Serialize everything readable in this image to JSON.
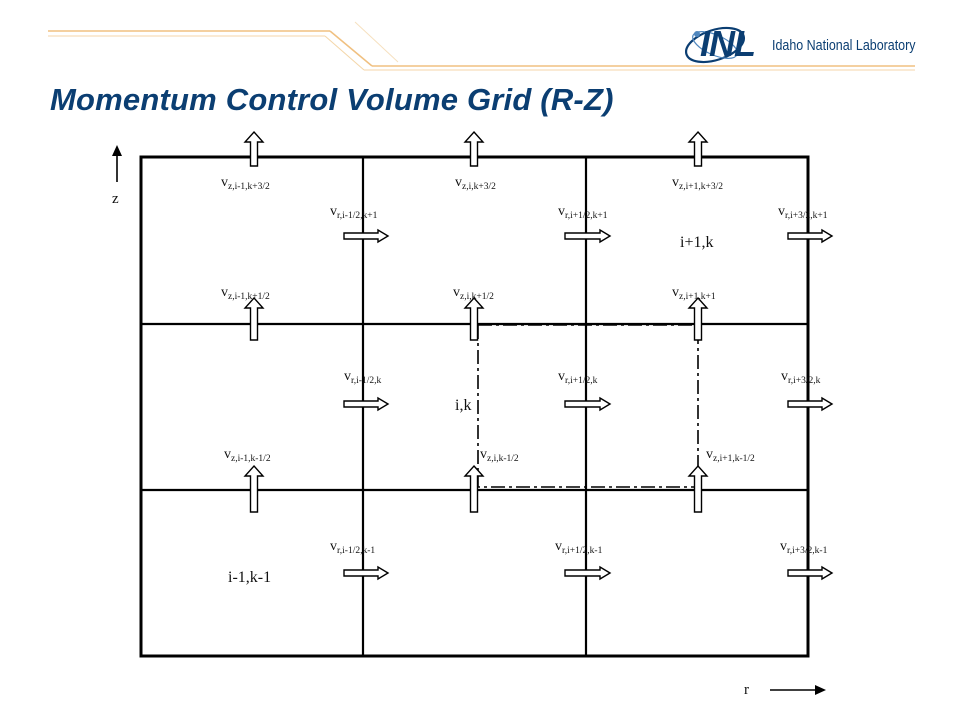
{
  "slide": {
    "title": "Momentum Control Volume Grid (R-Z)",
    "logo": {
      "mark": "INL",
      "text": "Idaho National Laboratory",
      "icon": "inl-atom-swoosh-icon",
      "color": "#0b3e72",
      "accent": "#f0c080"
    }
  },
  "diagram": {
    "axes": {
      "z": "z",
      "r": "r"
    },
    "cells": [
      {
        "id": "cell-i+1-k",
        "text": "i+1,k"
      },
      {
        "id": "cell-i-k",
        "text": "i,k"
      },
      {
        "id": "cell-i-1-k-1",
        "text": "i-1,k-1"
      }
    ],
    "vz": [
      {
        "id": "vz-r0-c0",
        "sub": "z,i-1,k+3/2"
      },
      {
        "id": "vz-r0-c1",
        "sub": "z,i,k+3/2"
      },
      {
        "id": "vz-r0-c2",
        "sub": "z,i+1,k+3/2"
      },
      {
        "id": "vz-r1-c0",
        "sub": "z,i-1,k+1/2"
      },
      {
        "id": "vz-r1-c1",
        "sub": "z,i,k+1/2"
      },
      {
        "id": "vz-r1-c2",
        "sub": "z,i+1,k+1"
      },
      {
        "id": "vz-r2-c0",
        "sub": "z,i-1,k-1/2"
      },
      {
        "id": "vz-r2-c1",
        "sub": "z,i,k-1/2"
      },
      {
        "id": "vz-r2-c2",
        "sub": "z,i+1,k-1/2"
      }
    ],
    "vr": [
      {
        "id": "vr-r0-c0",
        "sub": "r,i-1/2,k+1"
      },
      {
        "id": "vr-r0-c1",
        "sub": "r,i+1/2,k+1"
      },
      {
        "id": "vr-r0-c2",
        "sub": "r,i+3/2,k+1"
      },
      {
        "id": "vr-r1-c0",
        "sub": "r,i-1/2,k"
      },
      {
        "id": "vr-r1-c1",
        "sub": "r,i+1/2,k"
      },
      {
        "id": "vr-r1-c2",
        "sub": "r,i+3/2,k"
      },
      {
        "id": "vr-r2-c0",
        "sub": "r,i-1/2,k-1"
      },
      {
        "id": "vr-r2-c1",
        "sub": "r,i+1/2,k-1"
      },
      {
        "id": "vr-r2-c2",
        "sub": "r,i+3/2,k-1"
      }
    ]
  }
}
